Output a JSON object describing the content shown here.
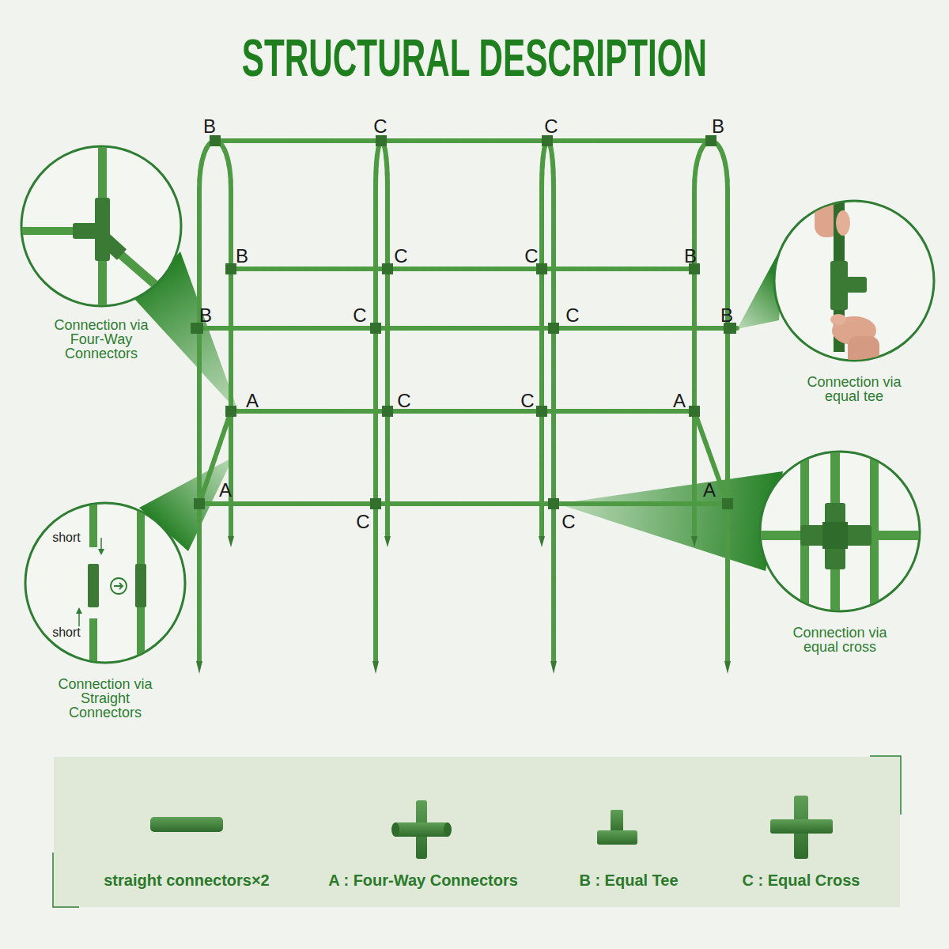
{
  "diagram": {
    "title": "STRUCTURAL DESCRIPTION",
    "nodes": [
      {
        "text": [
          "Connection via Four-Way Connectors"
        ]
      },
      {
        "text": [
          "Connection via equal tee"
        ]
      },
      {
        "text": [
          "Connection via equal cross"
        ]
      },
      {
        "text": [
          "short",
          "short",
          "Connection via Straight Connectors"
        ]
      }
    ],
    "labels": [
      "B",
      "C",
      "C",
      "B",
      "B",
      "C",
      "C",
      "B",
      "B",
      "C",
      "C",
      "B",
      "A",
      "C",
      "C",
      "A",
      "A",
      "C",
      "C",
      "A"
    ],
    "legend": [
      {
        "text": "straight connectors×2"
      },
      {
        "text": "A : Four-Way Connectors"
      },
      {
        "text": "B : Equal Tee"
      },
      {
        "text": "C : Equal Cross"
      }
    ]
  }
}
